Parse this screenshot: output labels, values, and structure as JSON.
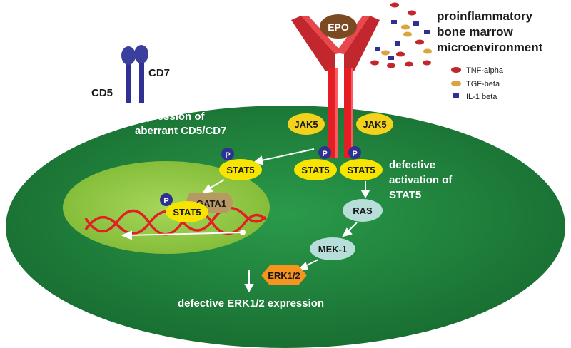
{
  "labels": {
    "epo": "EPO",
    "cd5": "CD5",
    "cd7": "CD7",
    "expression_line1": "expression of",
    "expression_line2": "aberrant CD5/CD7",
    "environment_line1": "proinflammatory",
    "environment_line2": "bone marrow",
    "environment_line3": "microenvironment",
    "jak_left": "JAK5",
    "jak_right": "JAK5",
    "stat5_left": "STAT5",
    "stat5_mid": "STAT5",
    "stat5_right": "STAT5",
    "stat5_nucleus": "STAT5",
    "gata1": "GATA1",
    "p": "P",
    "defective_line1": "defective",
    "defective_line2": "activation of",
    "defective_line3": "STAT5",
    "ras": "RAS",
    "mek": "MEK-1",
    "erk": "ERK1/2",
    "erk_expression": "defective ERK1/2 expression"
  },
  "legend": [
    {
      "label": "TNF-alpha",
      "color": "#c1272d",
      "shape": "oval"
    },
    {
      "label": "TGF-beta",
      "color": "#d9a441",
      "shape": "oval"
    },
    {
      "label": "IL-1 beta",
      "color": "#2e3192",
      "shape": "square"
    }
  ],
  "colors": {
    "cell": "#1f8a3e",
    "nucleus": "#8dc63f",
    "receptor": "#e31e24",
    "epo": "#7b4a23",
    "stat": "#f7e400",
    "jak": "#f2d21a",
    "phospho": "#2e3192",
    "gata": "#b79a63",
    "kinase": "#b7ded8",
    "erk": "#f7941d",
    "cd": "#2e3192",
    "dna": "#e31e24"
  }
}
